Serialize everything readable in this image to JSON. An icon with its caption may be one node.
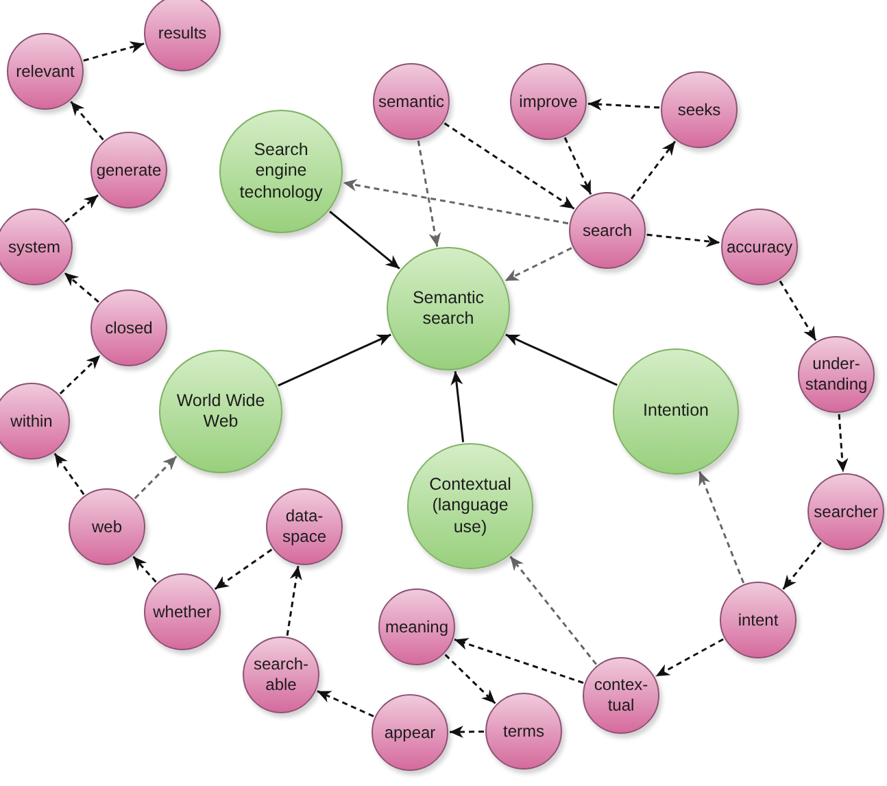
{
  "diagram": {
    "nodes": [
      {
        "text": [
          "results"
        ]
      },
      {
        "text": [
          "relevant"
        ]
      },
      {
        "text": [
          "semantic"
        ]
      },
      {
        "text": [
          "improve"
        ]
      },
      {
        "text": [
          "seeks"
        ]
      },
      {
        "text": [
          "generate"
        ]
      },
      {
        "text": [
          "Search engine technology"
        ]
      },
      {
        "text": [
          "search"
        ]
      },
      {
        "text": [
          "system"
        ]
      },
      {
        "text": [
          "accuracy"
        ]
      },
      {
        "text": [
          "Semantic search"
        ]
      },
      {
        "text": [
          "closed"
        ]
      },
      {
        "text": [
          "under- standing"
        ]
      },
      {
        "text": [
          "World Wide Web"
        ]
      },
      {
        "text": [
          "Intention"
        ]
      },
      {
        "text": [
          "within"
        ]
      },
      {
        "text": [
          "Contextual (language use)"
        ]
      },
      {
        "text": [
          "searcher"
        ]
      },
      {
        "text": [
          "web"
        ]
      },
      {
        "text": [
          "data- space"
        ]
      },
      {
        "text": [
          "whether"
        ]
      },
      {
        "text": [
          "intent"
        ]
      },
      {
        "text": [
          "meaning"
        ]
      },
      {
        "text": [
          "search- able"
        ]
      },
      {
        "text": [
          "contex- tual"
        ]
      },
      {
        "text": [
          "appear"
        ]
      },
      {
        "text": [
          "terms"
        ]
      }
    ],
    "edges": [
      {
        "from": 1,
        "to": 0,
        "arrow": "to",
        "style": "dashed"
      },
      {
        "from": 5,
        "to": 1,
        "arrow": "to",
        "style": "dashed"
      },
      {
        "from": 8,
        "to": 5,
        "arrow": "to",
        "style": "dashed"
      },
      {
        "from": 11,
        "to": 8,
        "arrow": "to",
        "style": "dashed"
      },
      {
        "from": 15,
        "to": 11,
        "arrow": "to",
        "style": "dashed"
      },
      {
        "from": 18,
        "to": 15,
        "arrow": "to",
        "style": "dashed"
      },
      {
        "from": 18,
        "to": 13,
        "arrow": "to",
        "style": "dashed",
        "color": "#666666"
      },
      {
        "from": 20,
        "to": 18,
        "arrow": "to",
        "style": "dashed"
      },
      {
        "from": 19,
        "to": 20,
        "arrow": "to",
        "style": "dashed"
      },
      {
        "from": 23,
        "to": 19,
        "arrow": "to",
        "style": "dashed"
      },
      {
        "from": 25,
        "to": 23,
        "arrow": "to",
        "style": "dashed"
      },
      {
        "from": 26,
        "to": 25,
        "arrow": "to",
        "style": "dashed"
      },
      {
        "from": 22,
        "to": 26,
        "arrow": "to",
        "style": "dashed"
      },
      {
        "from": 24,
        "to": 22,
        "arrow": "to",
        "style": "dashed"
      },
      {
        "from": 24,
        "to": 16,
        "arrow": "to",
        "style": "dashed",
        "color": "#666666"
      },
      {
        "from": 21,
        "to": 24,
        "arrow": "to",
        "style": "dashed"
      },
      {
        "from": 21,
        "to": 14,
        "arrow": "to",
        "style": "dashed",
        "color": "#666666"
      },
      {
        "from": 17,
        "to": 21,
        "arrow": "to",
        "style": "dashed"
      },
      {
        "from": 12,
        "to": 17,
        "arrow": "to",
        "style": "dashed"
      },
      {
        "from": 9,
        "to": 12,
        "arrow": "to",
        "style": "dashed"
      },
      {
        "from": 7,
        "to": 9,
        "arrow": "to",
        "style": "dashed"
      },
      {
        "from": 7,
        "to": 4,
        "arrow": "to",
        "style": "dashed"
      },
      {
        "from": 4,
        "to": 3,
        "arrow": "to",
        "style": "dashed"
      },
      {
        "from": 3,
        "to": 7,
        "arrow": "to",
        "style": "dashed"
      },
      {
        "from": 2,
        "to": 7,
        "arrow": "to",
        "style": "dashed"
      },
      {
        "from": 2,
        "to": 10,
        "arrow": "to",
        "style": "dashed",
        "color": "#666666"
      },
      {
        "from": 7,
        "to": 6,
        "arrow": "to",
        "style": "dashed",
        "color": "#666666"
      },
      {
        "from": 7,
        "to": 10,
        "arrow": "to",
        "style": "dashed",
        "color": "#666666"
      },
      {
        "from": 6,
        "to": 10,
        "arrow": "to"
      },
      {
        "from": 13,
        "to": 10,
        "arrow": "to"
      },
      {
        "from": 16,
        "to": 10,
        "arrow": "to"
      },
      {
        "from": 14,
        "to": 10,
        "arrow": "to"
      }
    ]
  }
}
